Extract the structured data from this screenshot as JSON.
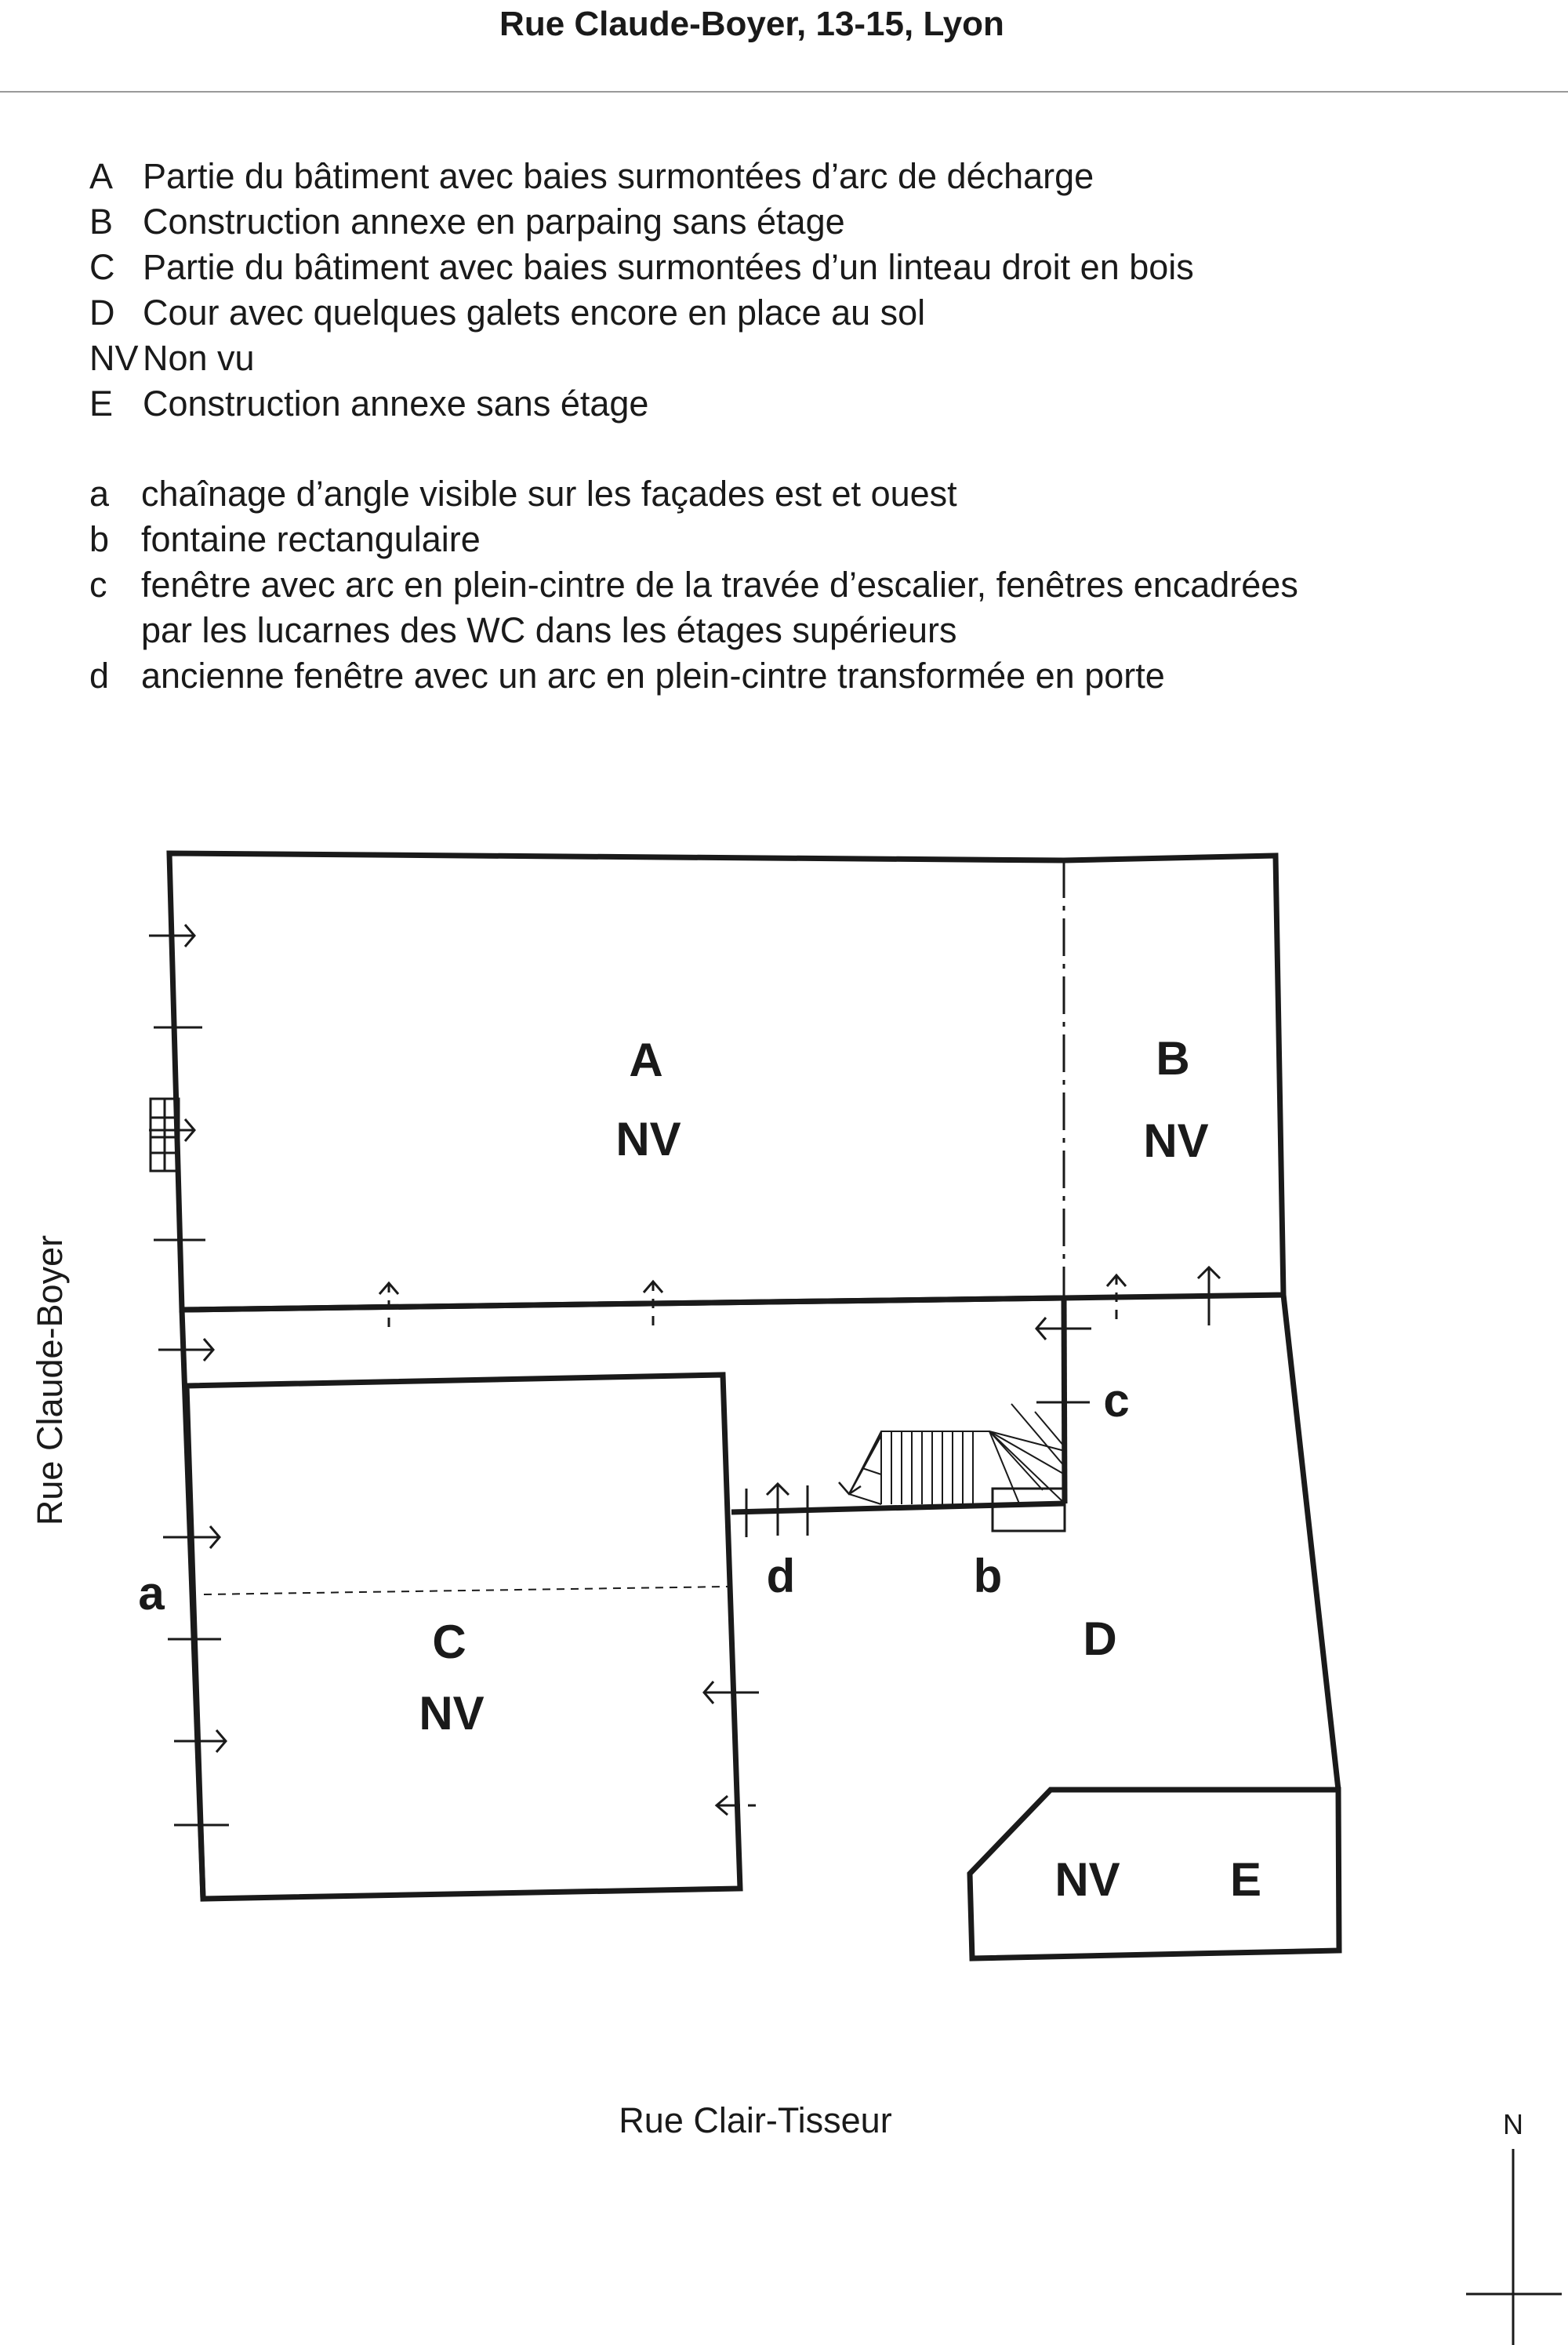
{
  "title": "Rue Claude-Boyer, 13-15, Lyon",
  "legend_zones": [
    {
      "key": "A",
      "text": "Partie du bâtiment avec baies surmontées d’arc de décharge"
    },
    {
      "key": "B",
      "text": "Construction annexe en parpaing sans étage"
    },
    {
      "key": "C",
      "text": "Partie du bâtiment avec baies surmontées d’un linteau droit en bois"
    },
    {
      "key": "D",
      "text": "Cour avec quelques galets encore en place au sol"
    },
    {
      "key": "NV",
      "text": "Non vu"
    },
    {
      "key": "E",
      "text": "Construction annexe sans étage"
    }
  ],
  "legend_features": [
    {
      "key": "a",
      "text": "chaînage d’angle visible sur les façades est et ouest"
    },
    {
      "key": "b",
      "text": "fontaine rectangulaire"
    },
    {
      "key": "c",
      "text": "fenêtre avec arc en plein-cintre de la travée d’escalier, fenêtres encadrées"
    },
    {
      "key": "d",
      "text": "ancienne fenêtre avec un arc en plein-cintre transformée en porte"
    }
  ],
  "legend_features_continuation": "par les lucarnes des WC dans les étages supérieurs",
  "plan": {
    "zone_A": {
      "letter": "A",
      "status": "NV"
    },
    "zone_B": {
      "letter": "B",
      "status": "NV"
    },
    "zone_C": {
      "letter": "C",
      "status": "NV"
    },
    "zone_D": {
      "letter": "D"
    },
    "zone_E": {
      "letter": "E",
      "status": "NV"
    },
    "marker_a": "a",
    "marker_b": "b",
    "marker_c": "c",
    "marker_d": "d"
  },
  "streets": {
    "left": "Rue Claude-Boyer",
    "bottom": "Rue Clair-Tisseur"
  },
  "north": "N"
}
